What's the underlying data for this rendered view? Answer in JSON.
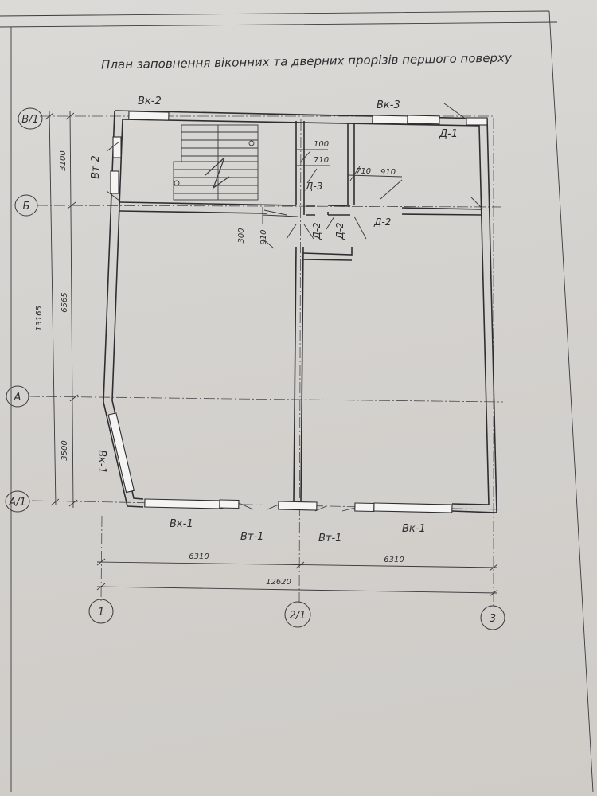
{
  "title": "План заповнення віконних та дверних прорізів першого поверху",
  "row_axes": [
    {
      "id": "row-axis-v1",
      "label": "В/1"
    },
    {
      "id": "row-axis-b",
      "label": "Б"
    },
    {
      "id": "row-axis-a",
      "label": "А"
    },
    {
      "id": "row-axis-a1",
      "label": "А/1"
    }
  ],
  "col_axes": [
    {
      "id": "col-axis-1",
      "label": "1"
    },
    {
      "id": "col-axis-2-1",
      "label": "2/1"
    },
    {
      "id": "col-axis-3",
      "label": "3"
    }
  ],
  "dimensions": {
    "left_total": "13165",
    "left_3100": "3100",
    "left_6565": "6565",
    "left_3500": "3500",
    "bottom_6310_left": "6310",
    "bottom_6310_right": "6310",
    "bottom_total": "12620",
    "d100": "100",
    "d710_a": "710",
    "d710_b": "710",
    "d910_a": "910",
    "d910_b": "910",
    "d300": "300"
  },
  "openings": {
    "vk2": "Вк-2",
    "vk3": "Вк-3",
    "d1": "Д-1",
    "vt2": "Вт-2",
    "d3": "Д-3",
    "d2_a": "Д-2",
    "d2_b": "Д-2",
    "d2_c": "Д-2",
    "vk1_side": "Вк-1",
    "vk1_left": "Вк-1",
    "vt1_left": "Вт-1",
    "vt1_right": "Вт-1",
    "vk1_right": "Вк-1"
  }
}
